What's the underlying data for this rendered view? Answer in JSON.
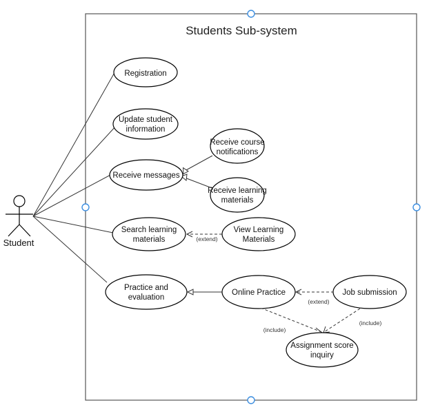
{
  "system": {
    "title": "Students Sub-system"
  },
  "actor": {
    "name": "Student"
  },
  "use_cases": {
    "registration": [
      "Registration"
    ],
    "update_info": [
      "Update student",
      "information"
    ],
    "receive_messages": [
      "Receive messages"
    ],
    "receive_course_notifications": [
      "Receive course",
      "notifications"
    ],
    "receive_learning_materials": [
      "Receive learning",
      "materials"
    ],
    "search_learning_materials": [
      "Search learning",
      "materials"
    ],
    "view_learning_materials": [
      "View Learning",
      "Materials"
    ],
    "practice_evaluation": [
      "Practice and",
      "evaluation"
    ],
    "online_practice": [
      "Online Practice"
    ],
    "job_submission": [
      "Job submission"
    ],
    "assignment_score_inquiry": [
      "Assignment score",
      "inquiry"
    ]
  },
  "relations": {
    "extend_view": "(extend)",
    "extend_job": "(extend)",
    "include_online": "(include)",
    "include_job": "(include)"
  }
}
